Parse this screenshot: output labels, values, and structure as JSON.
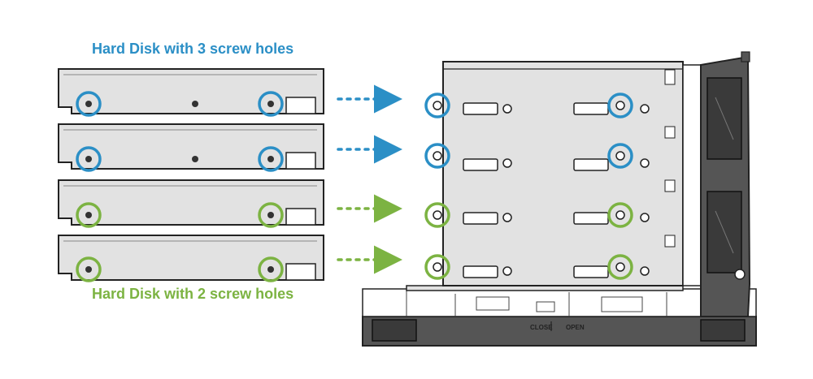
{
  "captions": {
    "three_hole": "Hard Disk with 3 screw holes",
    "two_hole": "Hard Disk with 2 screw holes"
  },
  "enclosure_labels": {
    "close": "CLOSE",
    "open": "OPEN"
  },
  "colors": {
    "three_hole_accent": "#2b8fc6",
    "two_hole_accent": "#7cb342",
    "disk_fill": "#e2e2e2",
    "line": "#222222",
    "dark_frame": "#555555"
  },
  "disks": [
    {
      "type": "three_hole",
      "holes": 3
    },
    {
      "type": "three_hole",
      "holes": 3
    },
    {
      "type": "two_hole",
      "holes": 2
    },
    {
      "type": "two_hole",
      "holes": 2
    }
  ]
}
